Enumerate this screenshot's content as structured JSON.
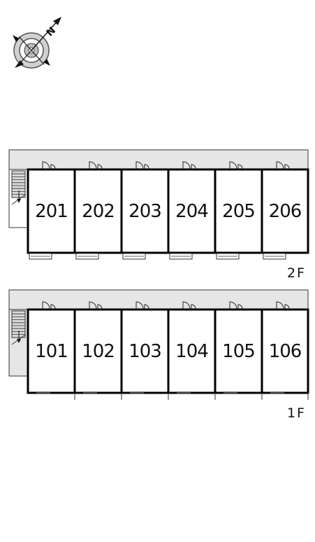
{
  "compass": {
    "icon": "compass-icon",
    "north_label": "N"
  },
  "floors": [
    {
      "id": "floor-2",
      "label": "2F",
      "units": [
        "201",
        "202",
        "203",
        "204",
        "205",
        "206"
      ]
    },
    {
      "id": "floor-1",
      "label": "1F",
      "units": [
        "101",
        "102",
        "103",
        "104",
        "105",
        "106"
      ]
    }
  ],
  "colors": {
    "corridor": "#e6e6e6",
    "wall": "#000000",
    "stair": "#d8d8d8"
  }
}
